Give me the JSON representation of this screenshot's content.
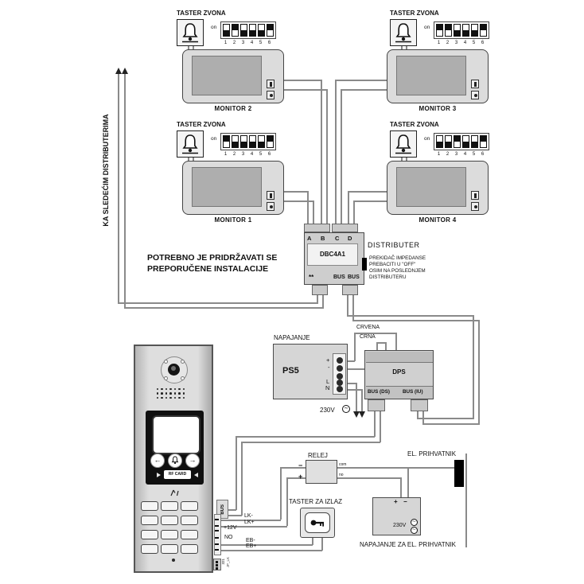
{
  "left_feed": {
    "label": "KA SLEDEĆIM DISTRIBUTERIMA"
  },
  "notice": {
    "line1": "POTREBNO JE PRIDRŽAVATI SE",
    "line2": "PREPORUČENE INSTALACIJE"
  },
  "taster": {
    "label": "TASTER ZVONA",
    "on": "on",
    "numbers": [
      "1",
      "2",
      "3",
      "4",
      "5",
      "6"
    ]
  },
  "monitors": [
    {
      "label": "MONITOR 2",
      "dip": [
        "u",
        "d",
        "u",
        "u",
        "u",
        "d"
      ]
    },
    {
      "label": "MONITOR 3",
      "dip": [
        "d",
        "d",
        "u",
        "u",
        "u",
        "d"
      ]
    },
    {
      "label": "MONITOR 1",
      "dip": [
        "d",
        "u",
        "u",
        "u",
        "u",
        "d"
      ]
    },
    {
      "label": "MONITOR 4",
      "dip": [
        "u",
        "u",
        "d",
        "u",
        "u",
        "d"
      ]
    }
  ],
  "distributor": {
    "name": "DBC4A1",
    "a": "A",
    "b": "B",
    "c": "C",
    "d": "D",
    "stars": "**",
    "bus1": "BUS",
    "bus2": "BUS",
    "title": "DISTRIBUTER",
    "note1": "PREKIDAČ IMPEDANSE",
    "note2": "PREBACITI U \"OFF\"",
    "note3": "OSIM NA POSLEDNJEM",
    "note4": "DISTRIBUTERU"
  },
  "psu": {
    "label": "NAPAJANJE",
    "name": "PS5",
    "plus": "+",
    "minus": "-",
    "l": "L",
    "n": "N",
    "mains": "230V",
    "ac": "∼",
    "red": "CRVENA",
    "black": "CRNA"
  },
  "dps": {
    "name": "DPS",
    "ds": "BUS (DS)",
    "iu": "BUS (IU)"
  },
  "panel": {
    "rf": "RF CARD",
    "bus": "BUS",
    "v12": "+12V",
    "no": "NO",
    "jp": "JP_LK",
    "jp_pins": "321",
    "arrow_left": "←",
    "arrow_right": "→"
  },
  "harness": {
    "lkm": "LK-",
    "lkp": "LK+",
    "ebm": "EB-",
    "ebp": "EB+"
  },
  "relay": {
    "label": "RELEJ",
    "minus": "−",
    "plus": "+",
    "com": "com",
    "no": "no"
  },
  "strike": {
    "label": "EL. PRIHVATNIK"
  },
  "exit_btn": {
    "label": "TASTER ZA IZLAZ"
  },
  "strike_psu": {
    "plus": "+",
    "minus": "−",
    "volt": "230V",
    "ac": "∼",
    "label": "NAPAJANJE ZA EL. PRIHVATNIK"
  }
}
